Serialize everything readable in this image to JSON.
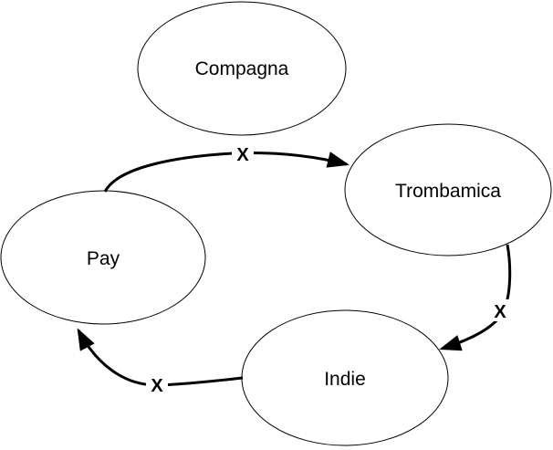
{
  "nodes": {
    "compagna": {
      "label": "Compagna"
    },
    "trombamica": {
      "label": "Trombamica"
    },
    "indie": {
      "label": "Indie"
    },
    "pay": {
      "label": "Pay"
    }
  },
  "edges": [
    {
      "from": "Pay",
      "to": "Trombamica",
      "mark": "X"
    },
    {
      "from": "Trombamica",
      "to": "Indie",
      "mark": "X"
    },
    {
      "from": "Indie",
      "to": "Pay",
      "mark": "X"
    }
  ]
}
